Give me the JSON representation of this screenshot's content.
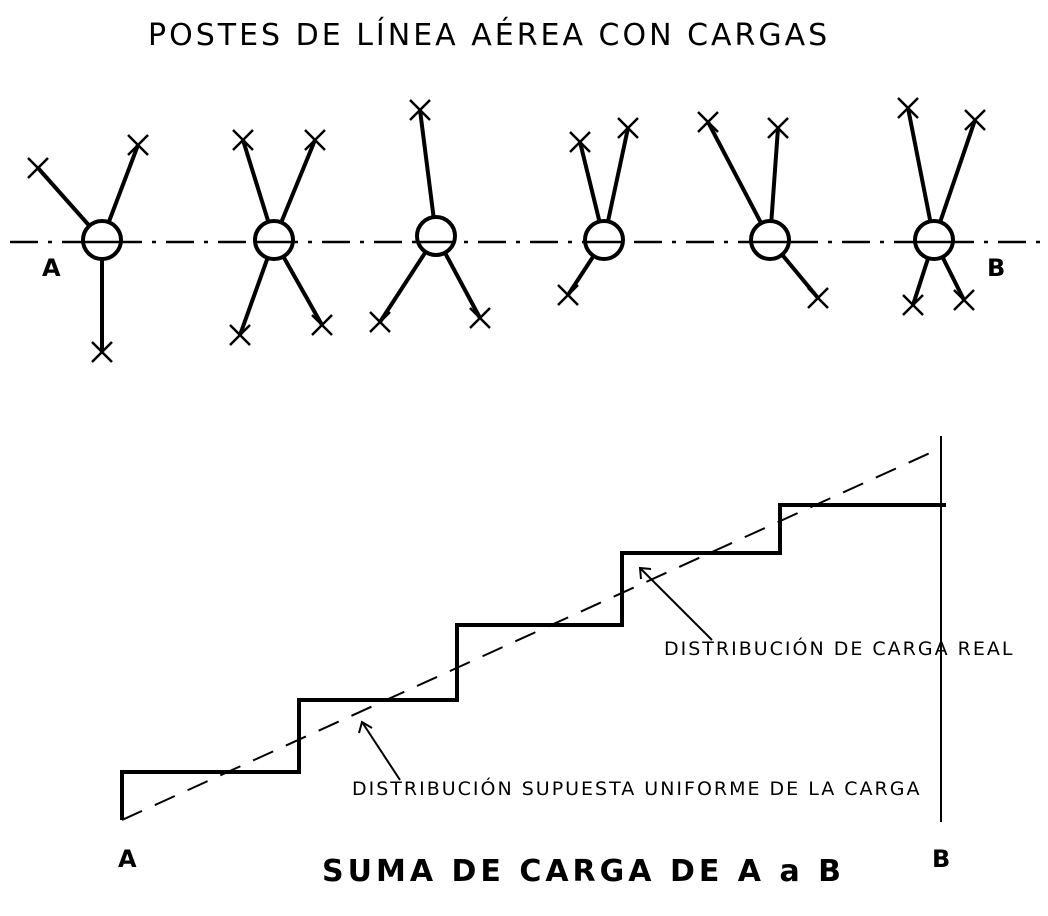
{
  "title": "POSTES DE LÍNEA AÉREA CON CARGAS",
  "upper_labels": {
    "start": "A",
    "end": "B"
  },
  "lower_labels": {
    "start": "A",
    "end": "B"
  },
  "annotations": {
    "real": "DISTRIBUCIÓN DE CARGA REAL",
    "uniform": "DISTRIBUCIÓN SUPUESTA UNIFORME DE LA CARGA"
  },
  "caption": "SUMA DE CARGA DE A a B"
}
